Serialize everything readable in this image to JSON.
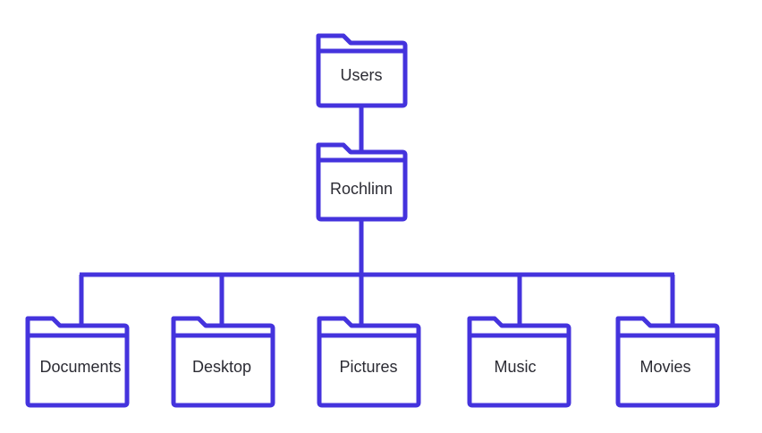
{
  "diagram": {
    "root": {
      "label": "Users"
    },
    "user": {
      "label": "Rochlinn"
    },
    "children": [
      {
        "label": "Documents"
      },
      {
        "label": "Desktop"
      },
      {
        "label": "Pictures"
      },
      {
        "label": "Music"
      },
      {
        "label": "Movies"
      }
    ],
    "colors": {
      "stroke": "#4433dd",
      "text": "#2b2b33",
      "background": "#ffffff"
    },
    "icons": {
      "node": "folder-icon"
    }
  }
}
